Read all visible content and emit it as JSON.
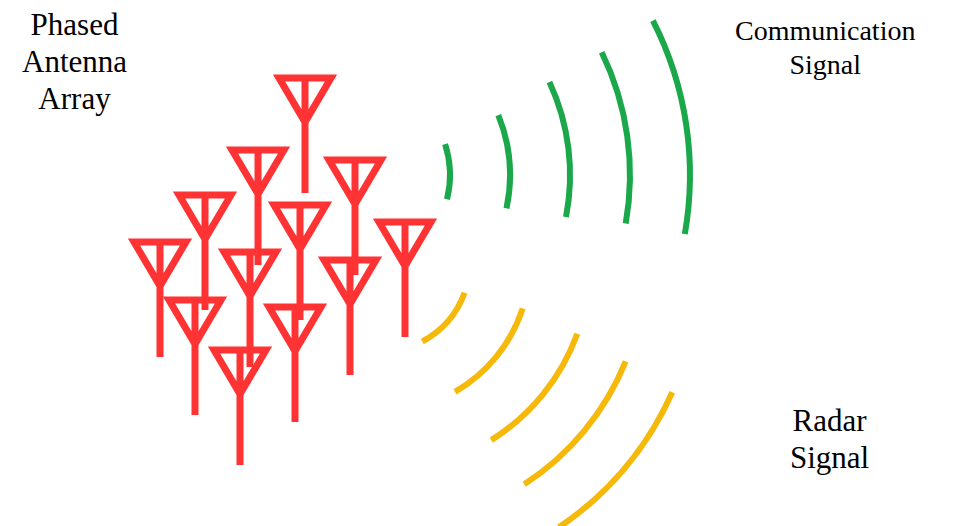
{
  "diagram": {
    "labels": [
      "Phased Antenna Array",
      "Communication Signal",
      "Radar Signal"
    ]
  }
}
